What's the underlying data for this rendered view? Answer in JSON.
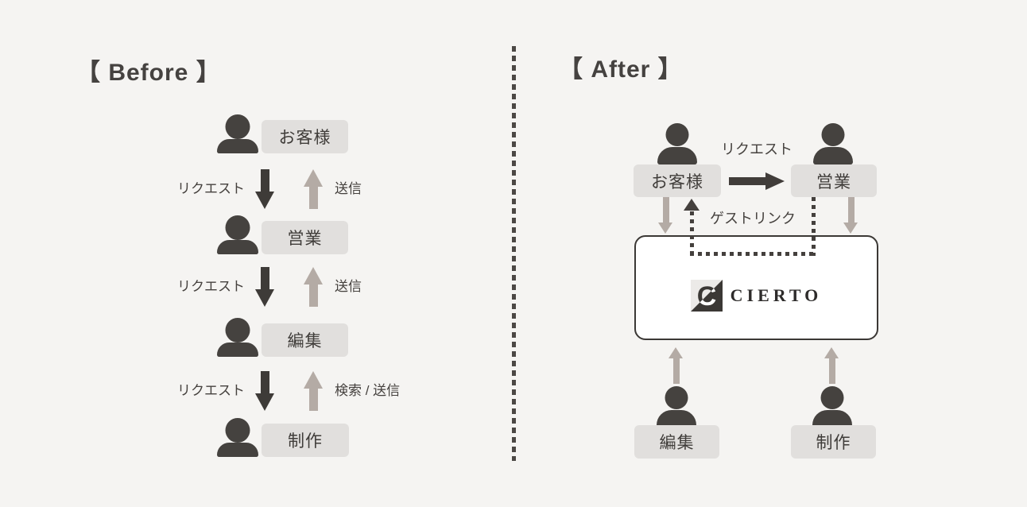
{
  "colors": {
    "background": "#f5f4f2",
    "dark_ink": "#3e3b38",
    "person_fill": "#45423f",
    "label_box_bg": "#e1dfdd",
    "label_text": "#3f3c39",
    "taupe_arrow": "#b4aba5",
    "platform_box_bg": "#ffffff",
    "platform_box_border": "#3b3835",
    "dotted_link": "#44403d"
  },
  "icons": {
    "person-icon": "head-and-torso silhouette",
    "cierto-logo-icon": "diagonal-split square with counter-changed C"
  },
  "before": {
    "title": "【 Before 】",
    "nodes": [
      "お客様",
      "営業",
      "編集",
      "制作"
    ],
    "flows": [
      {
        "down_label": "リクエスト",
        "up_label": "送信"
      },
      {
        "down_label": "リクエスト",
        "up_label": "送信"
      },
      {
        "down_label": "リクエスト",
        "up_label": "検索 / 送信"
      }
    ]
  },
  "after": {
    "title": "【 After 】",
    "top_nodes": [
      "お客様",
      "営業"
    ],
    "request_label": "リクエスト",
    "guest_link_label": "ゲストリンク",
    "platform": {
      "logo_letter": "C",
      "wordmark": "CIERTO"
    },
    "bottom_nodes": [
      "編集",
      "制作"
    ]
  }
}
